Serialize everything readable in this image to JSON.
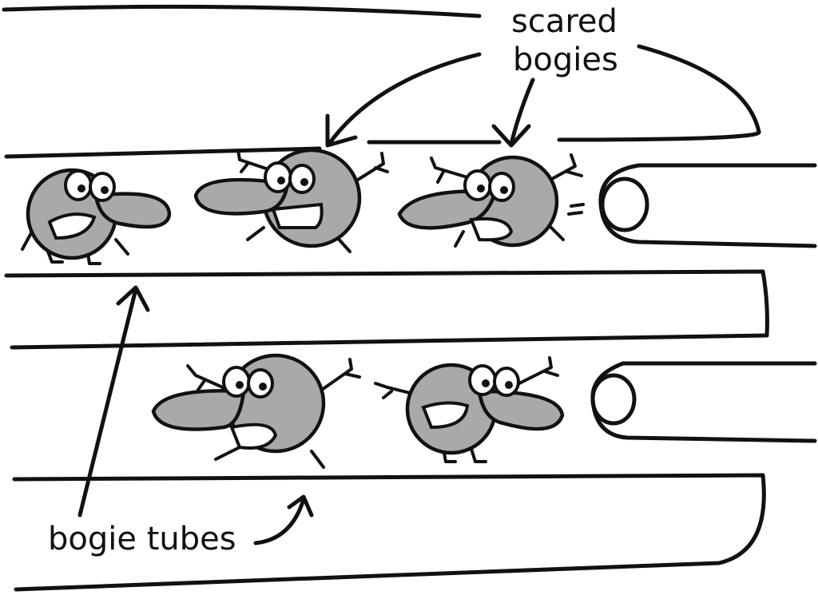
{
  "labels": {
    "scared_line1": "scared",
    "scared_line2": "bogies",
    "tubes": "bogie tubes"
  },
  "colors": {
    "ink": "#111111",
    "bogie": "#a9a9a9",
    "background": "#ffffff"
  }
}
